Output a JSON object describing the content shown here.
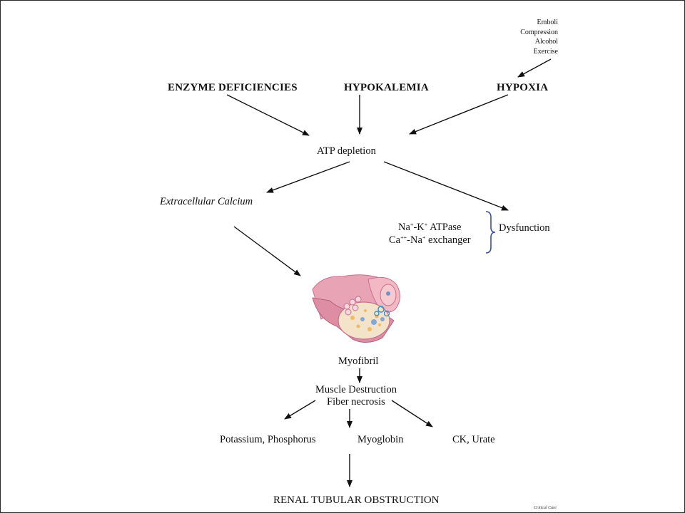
{
  "hypoxia_causes": [
    "Emboli",
    "Compression",
    "Alcohol",
    "Exercise"
  ],
  "top_causes": {
    "enzyme": "ENZYME DEFICIENCIES",
    "hypokalemia": "HYPOKALEMIA",
    "hypoxia": "HYPOXIA"
  },
  "atp": "ATP depletion",
  "calcium": "Extracellular Calcium",
  "pumps": {
    "nak_prefix": "Na",
    "nak_sup1": "+",
    "nak_mid": "-K",
    "nak_sup2": "+",
    "nak_suffix": " ATPase",
    "cana_prefix": "Ca",
    "cana_sup1": "++",
    "cana_mid": "-Na",
    "cana_sup2": "+",
    "cana_suffix": " exchanger",
    "dysfunction": "Dysfunction"
  },
  "myofibril": "Myofibril",
  "destruction": "Muscle Destruction",
  "necrosis": "Fiber necrosis",
  "outcomes": {
    "potassium": "Potassium, Phosphorus",
    "myoglobin": "Myoglobin",
    "ck": "CK, Urate"
  },
  "final": "RENAL TUBULAR OBSTRUCTION",
  "credit": "Critical Care"
}
